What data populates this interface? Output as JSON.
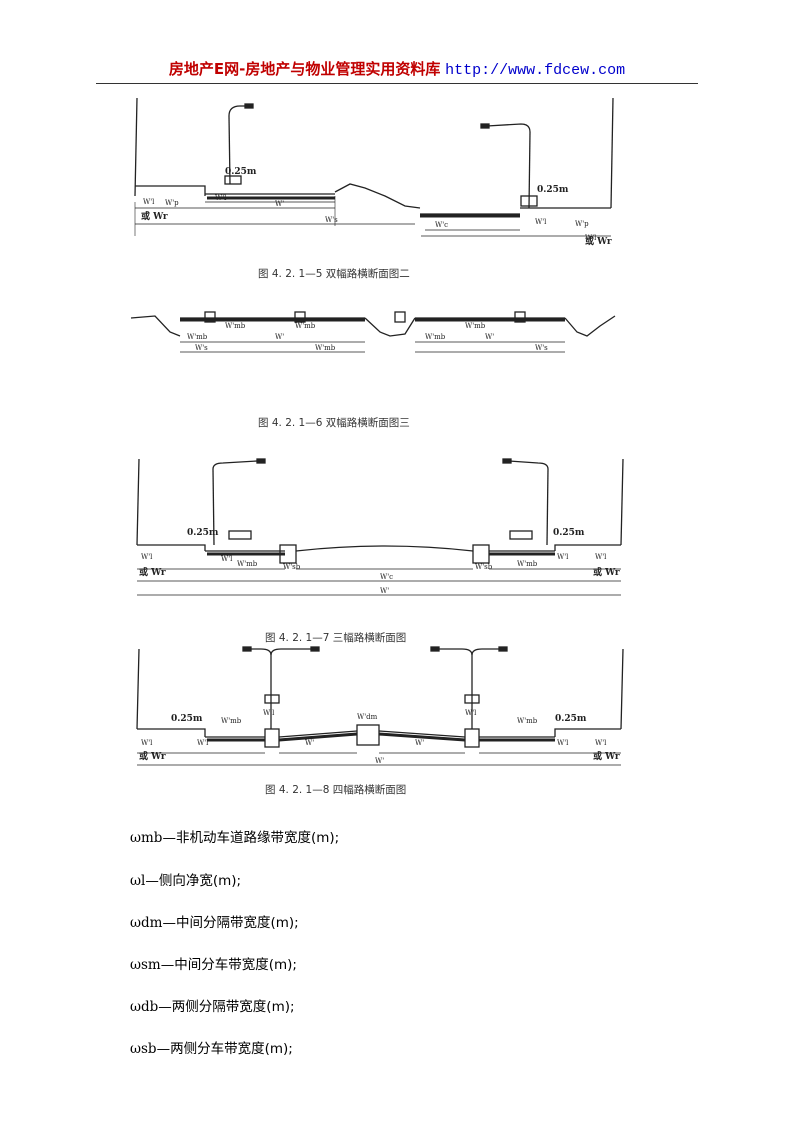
{
  "header": {
    "title_cn": "房地产E网-房地产与物业管理实用资料库",
    "url": "http://www.fdcew.com"
  },
  "figures": [
    {
      "caption": "图 4. 2. 1—5  双幅路横断面图二",
      "labels": {
        "offset_left": "0.25m",
        "offset_right": "0.25m",
        "or_wr_left": "或 Wr",
        "or_wr_right": "或 Wr"
      }
    },
    {
      "caption": "图 4. 2. 1—6  双幅路横断面图三",
      "labels": {}
    },
    {
      "caption": "图 4. 2. 1—7  三幅路横断面图",
      "labels": {
        "offset_left": "0.25m",
        "offset_right": "0.25m",
        "or_wr_left": "或 Wr",
        "or_wr_right": "或 Wr"
      }
    },
    {
      "caption": "图 4. 2. 1—8  四幅路横断面图",
      "labels": {
        "offset_left": "0.25m",
        "offset_right": "0.25m",
        "or_wr_left": "或 Wr",
        "or_wr_right": "或 Wr"
      }
    }
  ],
  "definitions": [
    {
      "symbol": "ωmb",
      "text": "—非机动车道路缘带宽度(m);"
    },
    {
      "symbol": "ωl",
      "text": "—侧向净宽(m);"
    },
    {
      "symbol": "ωdm",
      "text": "—中间分隔带宽度(m);"
    },
    {
      "symbol": "ωsm",
      "text": "—中间分车带宽度(m);"
    },
    {
      "symbol": "ωdb",
      "text": "—两侧分隔带宽度(m);"
    },
    {
      "symbol": "ωsb",
      "text": "—两侧分车带宽度(m);"
    }
  ]
}
